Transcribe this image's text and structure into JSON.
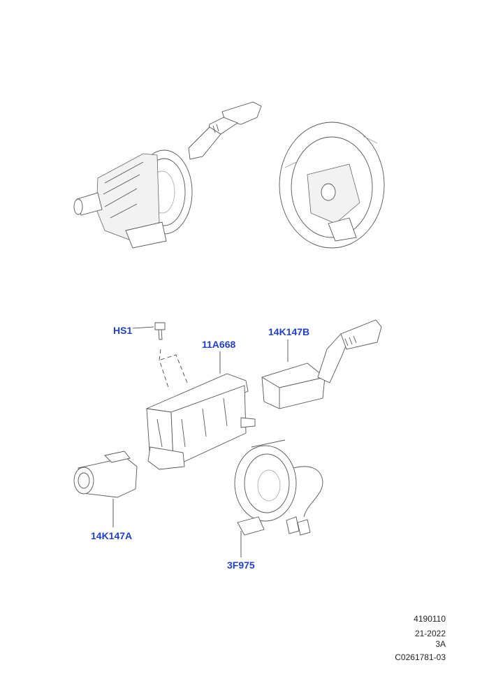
{
  "callouts": {
    "hs1": "HS1",
    "part_11a668": "11A668",
    "part_14k147b": "14K147B",
    "part_14k147a": "14K147A",
    "part_3f975": "3F975"
  },
  "footer": {
    "line1": "4190110",
    "line2": "21-2022",
    "line3": "3A",
    "line4": "C0261781-03"
  },
  "colors": {
    "callout": "#1f3fd0",
    "line": "#555555"
  }
}
